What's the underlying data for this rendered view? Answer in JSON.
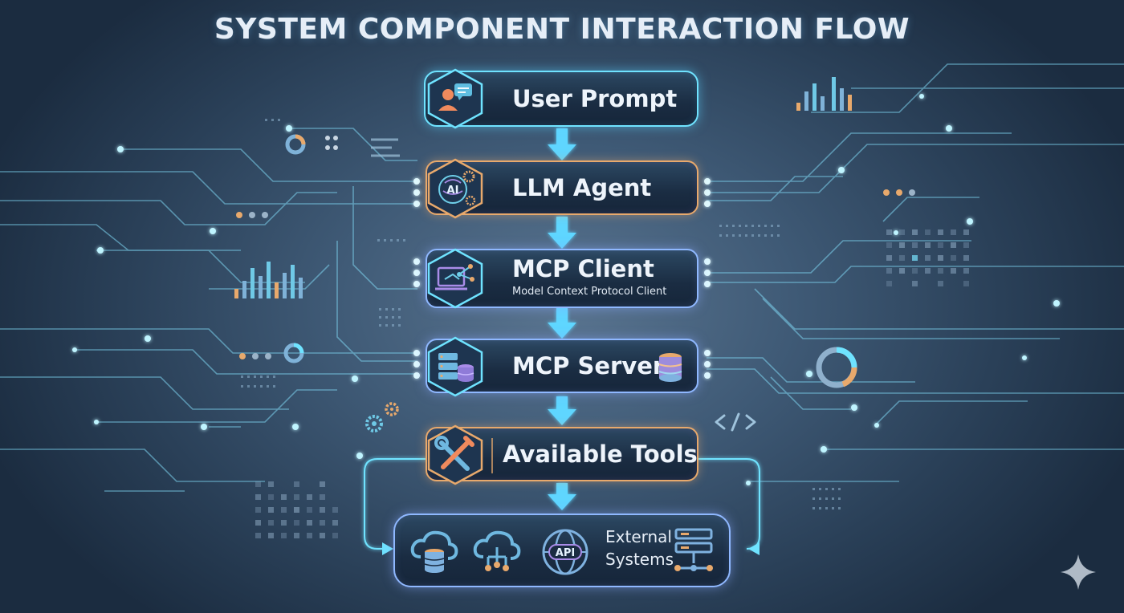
{
  "title": "SYSTEM COMPONENT INTERACTION FLOW",
  "colors": {
    "accent_cyan": "#6fe3ff",
    "accent_orange": "#e8a96c",
    "accent_purple": "#a98ce8",
    "box_fill": "#1a2c42"
  },
  "steps": [
    {
      "label": "User Prompt",
      "icon": "user-chat-icon"
    },
    {
      "label": "LLM Agent",
      "icon": "ai-brain-gear-icon"
    },
    {
      "label": "MCP Client",
      "sub": "Model Context Protocol Client",
      "icon": "laptop-network-icon"
    },
    {
      "label": "MCP Server",
      "icon": "server-database-icon",
      "trailing_icon": "database-icon"
    },
    {
      "label": "Available Tools",
      "icon": "wrench-screwdriver-icon"
    }
  ],
  "external": {
    "label_line1": "External",
    "label_line2": "Systems",
    "icons": [
      "cloud-database-icon",
      "cloud-network-icon",
      "api-globe-icon",
      "server-network-icon"
    ]
  }
}
